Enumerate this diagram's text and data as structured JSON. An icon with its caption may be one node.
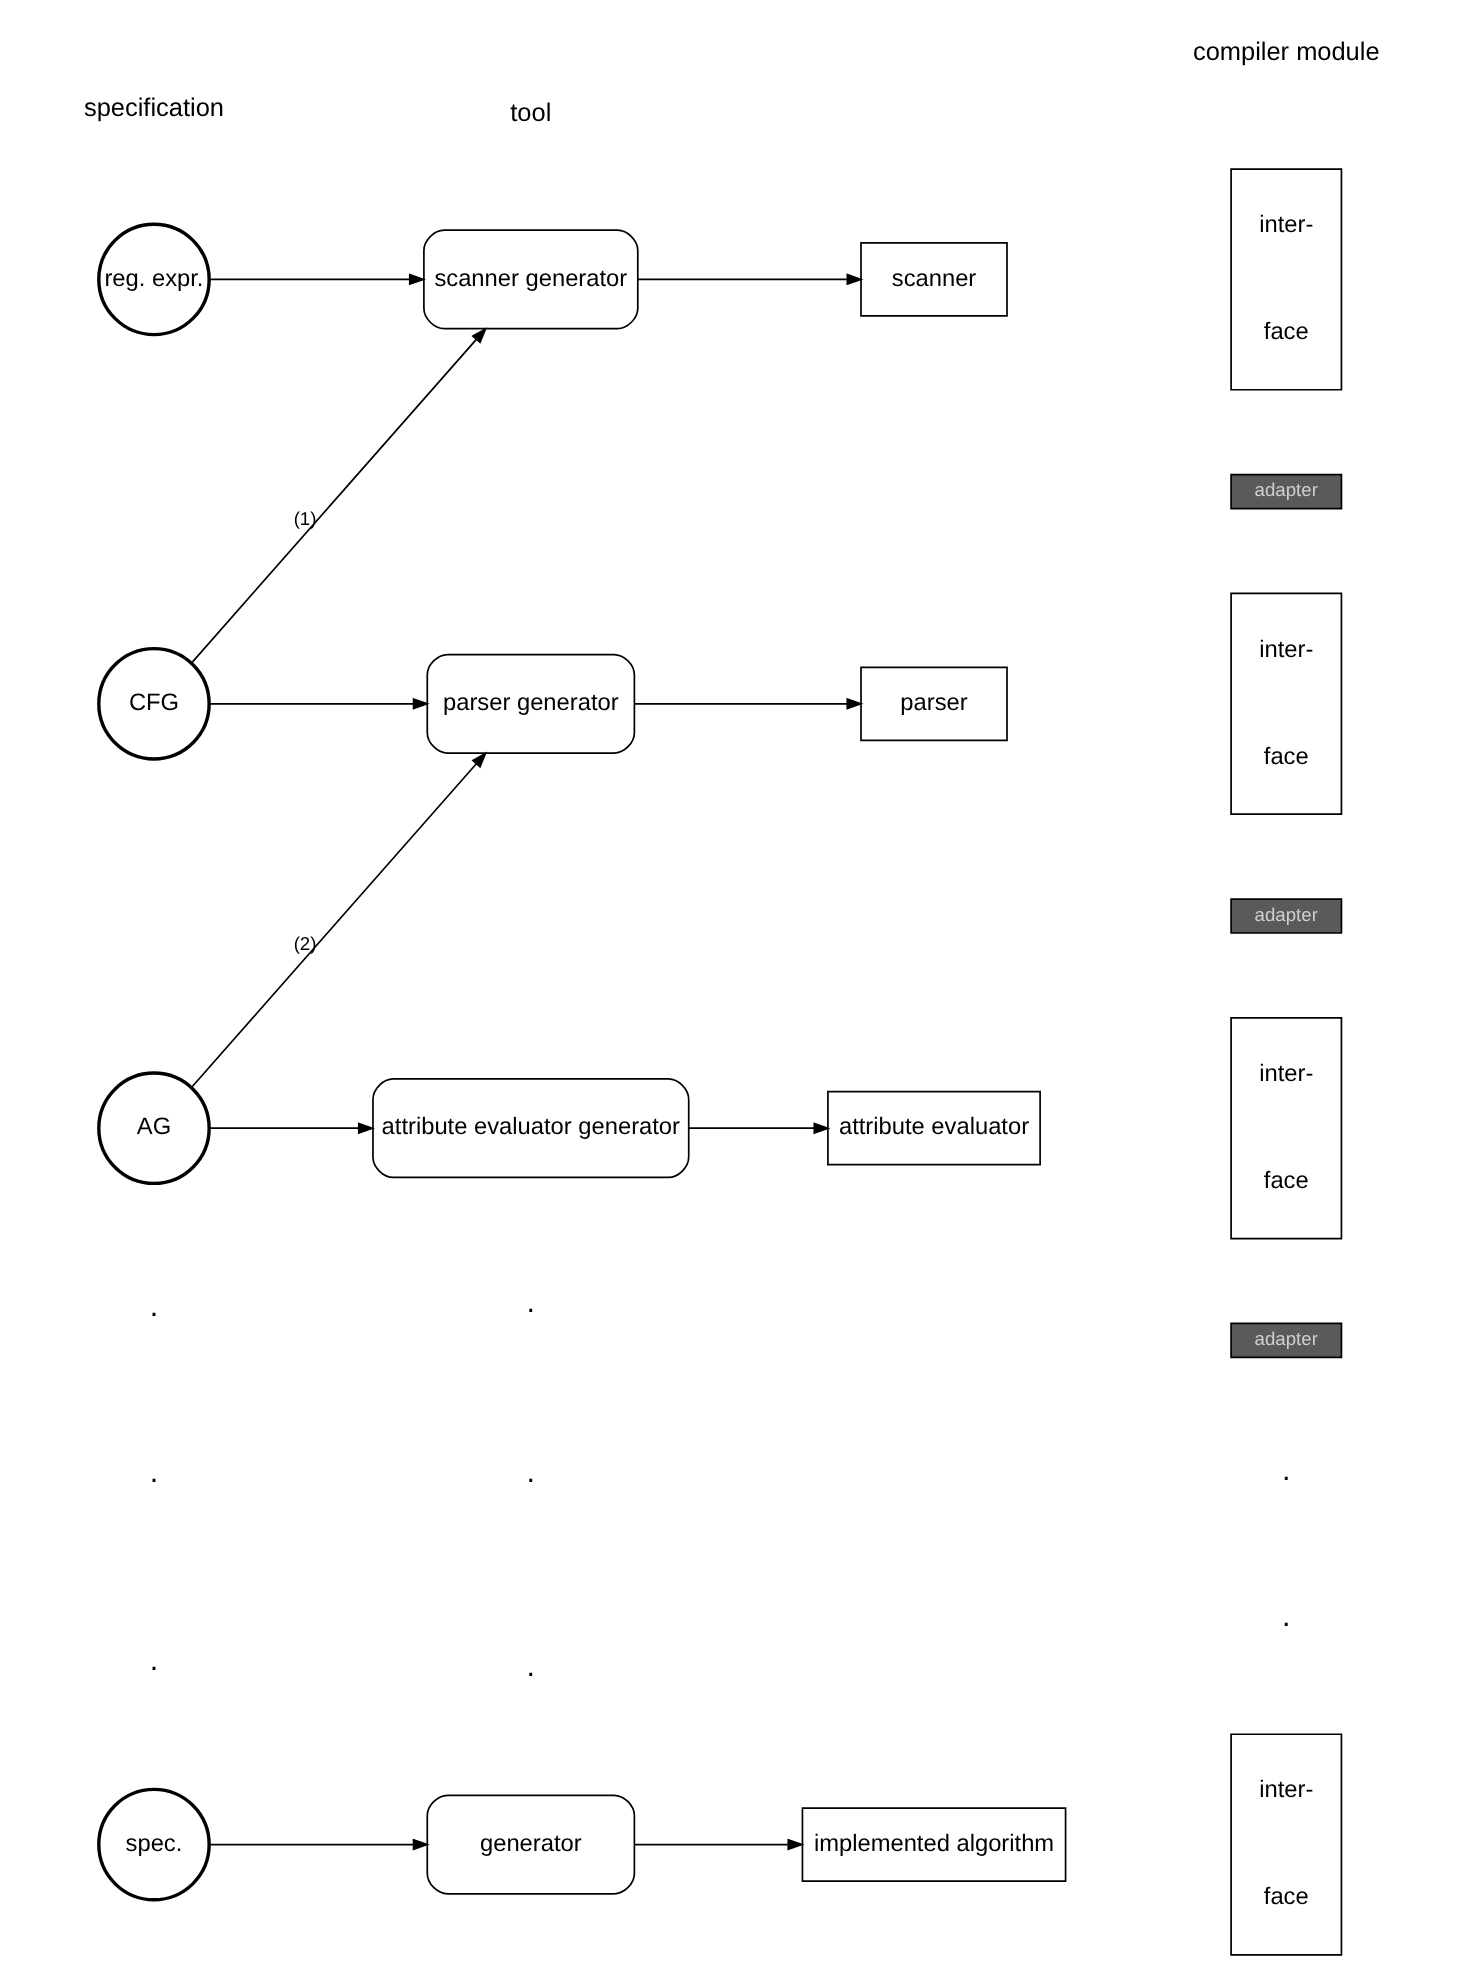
{
  "diagram": {
    "nodes": [
      {
        "text": [
          "reg. expr."
        ]
      },
      {
        "text": [
          "scanner generator"
        ]
      },
      {
        "text": [
          "inter-",
          "face"
        ]
      },
      {
        "text": [
          "scanner"
        ]
      },
      {
        "text": [
          "adapter"
        ]
      },
      {
        "text": [
          "CFG"
        ]
      },
      {
        "text": [
          "parser generator"
        ]
      },
      {
        "text": [
          "inter-",
          "face"
        ]
      },
      {
        "text": [
          "parser"
        ]
      },
      {
        "text": [
          "adapter"
        ]
      },
      {
        "text": [
          "AG"
        ]
      },
      {
        "text": [
          "attribute evaluator generator"
        ]
      },
      {
        "text": [
          "inter-",
          "face"
        ]
      },
      {
        "text": [
          "attribute evaluator"
        ]
      },
      {
        "text": [
          "adapter"
        ]
      },
      {
        "text": [
          "spec."
        ]
      },
      {
        "text": [
          "generator"
        ]
      },
      {
        "text": [
          "inter-",
          "face"
        ]
      },
      {
        "text": [
          "implemented algorithm"
        ]
      }
    ],
    "edges": [
      {
        "from": 0,
        "to": 1,
        "arrow": "to"
      },
      {
        "from": 1,
        "to": 3,
        "arrow": "to"
      },
      {
        "from": 5,
        "to": 1,
        "arrow": "to",
        "label": "(1)"
      },
      {
        "from": 5,
        "to": 6,
        "arrow": "to"
      },
      {
        "from": 6,
        "to": 8,
        "arrow": "to"
      },
      {
        "from": 10,
        "to": 6,
        "arrow": "to",
        "label": "(2)"
      },
      {
        "from": 10,
        "to": 11,
        "arrow": "to"
      },
      {
        "from": 11,
        "to": 13,
        "arrow": "to"
      },
      {
        "from": 15,
        "to": 16,
        "arrow": "to"
      },
      {
        "from": 16,
        "to": 18,
        "arrow": "to"
      }
    ],
    "labels": [
      "specification",
      "tool",
      "compiler module",
      ".",
      ".",
      ".",
      ".",
      ".",
      ".",
      ".",
      "."
    ]
  }
}
